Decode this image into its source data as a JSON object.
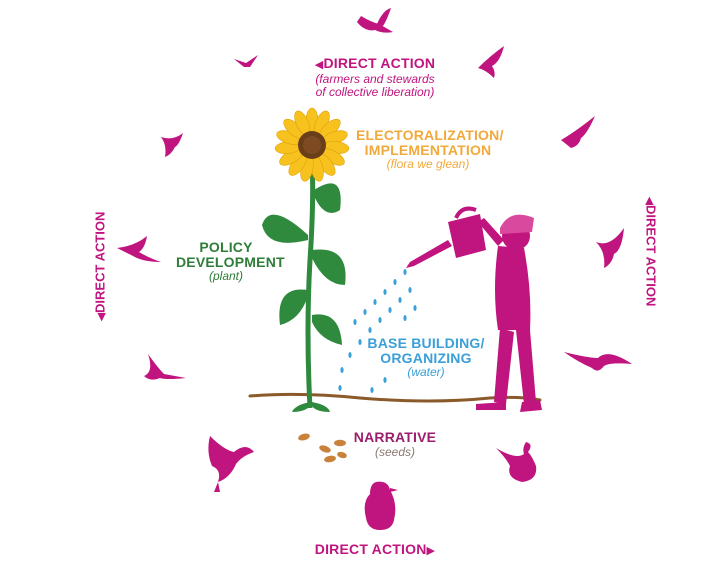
{
  "labels": {
    "top_direct_action": "DIRECT ACTION",
    "top_direct_action_sub1": "(farmers and stewards",
    "top_direct_action_sub2": "of collective liberation)",
    "left_direct_action": "DIRECT ACTION",
    "right_direct_action": "DIRECT ACTION",
    "bottom_direct_action": "DIRECT ACTION",
    "electoralization_1": "ELECTORALIZATION/",
    "electoralization_2": "IMPLEMENTATION",
    "electoralization_sub": "(flora we glean)",
    "policy_1": "POLICY",
    "policy_2": "DEVELOPMENT",
    "policy_sub": "(plant)",
    "base_1": "BASE BUILDING/",
    "base_2": "ORGANIZING",
    "base_sub": "(water)",
    "narrative": "NARRATIVE",
    "narrative_sub": "(seeds)"
  },
  "colors": {
    "magenta": "#c0157f",
    "orange": "#f2a93b",
    "green": "#2f7d3a",
    "blue": "#3b9fd8",
    "soil": "#8b5a2b",
    "seed": "#c8823a"
  }
}
